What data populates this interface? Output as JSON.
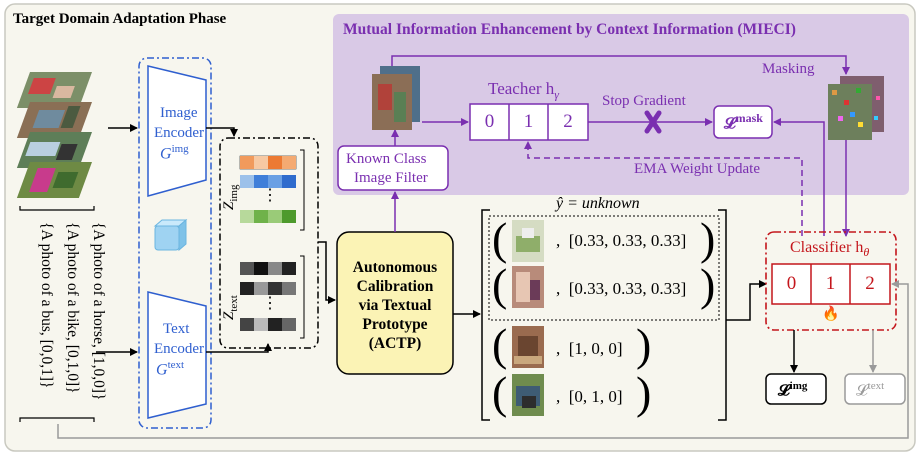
{
  "phase_title": "Target Domain Adaptation Phase",
  "mieci": {
    "title": "Mutual Information Enhancement by Context Information (MIECI)",
    "masking": "Masking",
    "teacher": "Teacher h",
    "teacher_sub": "γ",
    "teacher_cells": [
      "0",
      "1",
      "2"
    ],
    "stop_gradient": "Stop Gradient",
    "loss_mask": "𝓛",
    "loss_mask_sup": "mask",
    "ema": "EMA  Weight  Update",
    "filter_line1": "Known Class",
    "filter_line2": "Image Filter"
  },
  "image_encoder": {
    "line1": "Image",
    "line2": "Encoder",
    "symbol": "G",
    "sup": "img"
  },
  "text_encoder": {
    "line1": "Text",
    "line2": "Encoder",
    "symbol": "G",
    "sup": "text"
  },
  "z_img": {
    "symbol": "Z",
    "sub": "img"
  },
  "z_text": {
    "symbol": "Z",
    "sub": "text"
  },
  "dots": "⋮",
  "prompts": [
    "{A photo of a horse, [1,0,0]}",
    "{A photo of a bike, [0,1,0]}",
    "{A photo of a bus, [0,0,1]}"
  ],
  "actp": [
    "Autonomous",
    "Calibration",
    "via Textual",
    "Prototype",
    "(ACTP)"
  ],
  "yhat_label": "ŷ = unknown",
  "samples": [
    {
      "vector": "[0.33, 0.33, 0.33]"
    },
    {
      "vector": "[0.33, 0.33, 0.33]"
    },
    {
      "vector": "[1, 0, 0]"
    },
    {
      "vector": "[0, 1, 0]"
    }
  ],
  "classifier": {
    "title": "Classifier h",
    "sub": "θ",
    "cells": [
      "0",
      "1",
      "2"
    ],
    "fire": "🔥"
  },
  "loss_img": {
    "symbol": "𝓛",
    "sup": "img"
  },
  "loss_text": {
    "symbol": "𝓛",
    "sup": "text"
  },
  "freeze_icon": "❄",
  "colors": {
    "purple": "#7a2fb0",
    "purple_bg": "#d9c9e6",
    "blue": "#2f5fcf",
    "red": "#c4161c",
    "actp_fill": "#fbf3b5",
    "gray": "#9a9a9a"
  }
}
